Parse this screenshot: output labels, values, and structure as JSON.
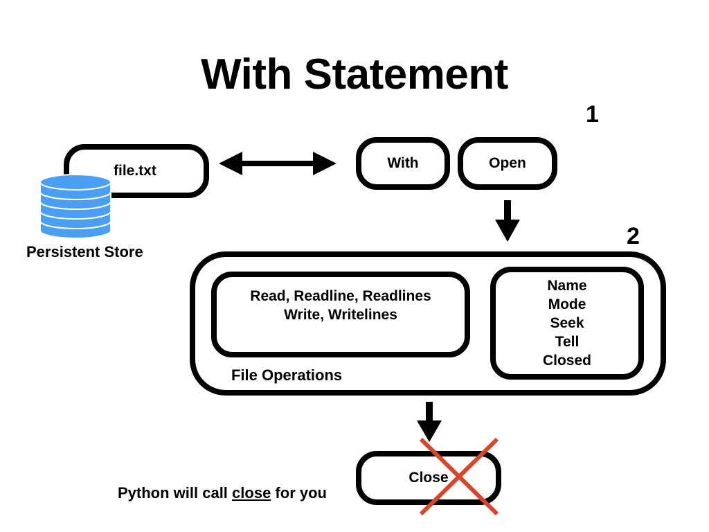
{
  "title": "With Statement",
  "step_numbers": [
    "1",
    "2"
  ],
  "file_box": {
    "label": "file.txt"
  },
  "store": {
    "label": "Persistent Store",
    "icon": "database-icon",
    "color": "#4a9ff5"
  },
  "with_box": {
    "label": "With"
  },
  "open_box": {
    "label": "Open"
  },
  "file_operations": {
    "label": "File Operations",
    "methods": [
      "Read, Readline, Readlines",
      "Write, Writelines"
    ],
    "attributes": [
      "Name",
      "Mode",
      "Seek",
      "Tell",
      "Closed"
    ]
  },
  "close_box": {
    "label": "Close",
    "cross_color": "#d9442a"
  },
  "note": {
    "prefix": "Python will call ",
    "keyword": "close",
    "suffix": " for you"
  }
}
